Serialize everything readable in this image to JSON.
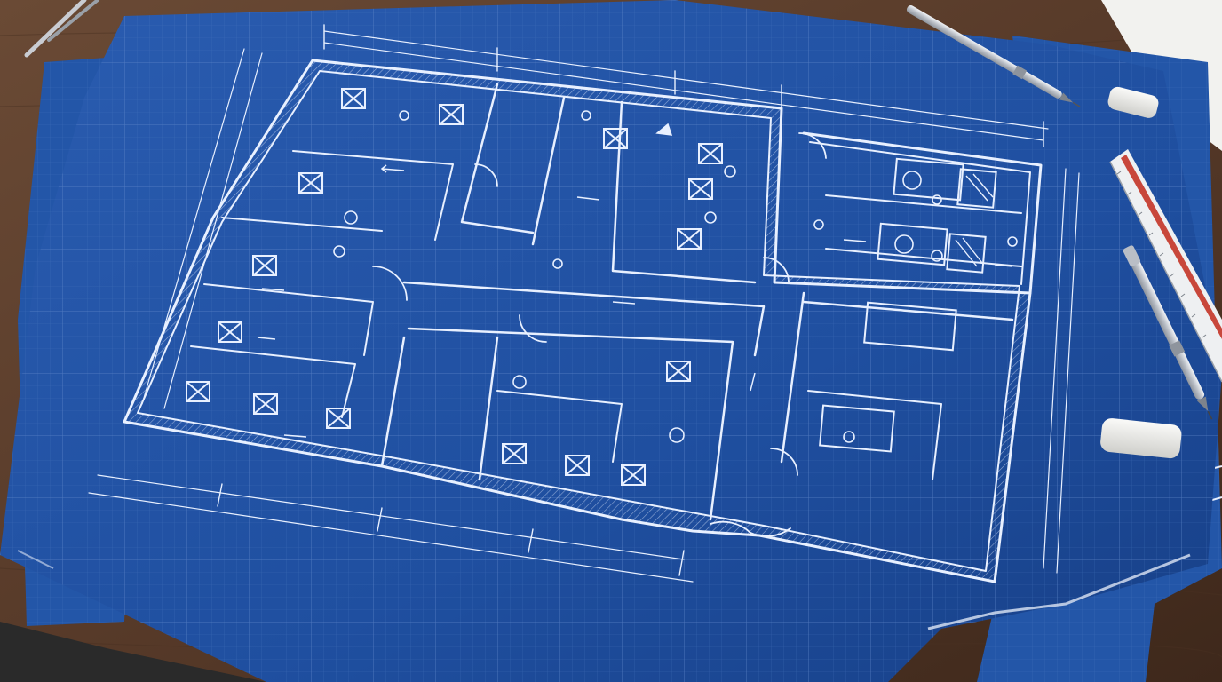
{
  "scene": {
    "subject": "blueprint",
    "colors": {
      "desk": "#5a3d2b",
      "desk_grain": "#4a3122",
      "blueprint": "#1f4fa0",
      "blueprint_dark": "#17407f",
      "blueprint_back": "#2356a8",
      "line": "#e8f0ff",
      "grid": "#4f79c0",
      "paper": "#f2f2ef",
      "eraser": "#e9e9e6",
      "pencil_body": "#c9ccd2",
      "scale_ruler": "#eef0f2",
      "scale_ruler_stripe": "#c8473b"
    },
    "objects": [
      {
        "name": "blueprint-sheet",
        "kind": "drawing"
      },
      {
        "name": "blueprint-sheet-back",
        "kind": "drawing"
      },
      {
        "name": "mechanical-pencil-top",
        "kind": "tool"
      },
      {
        "name": "mechanical-pencil-right",
        "kind": "tool"
      },
      {
        "name": "scale-ruler",
        "kind": "tool"
      },
      {
        "name": "eraser-top",
        "kind": "tool"
      },
      {
        "name": "eraser-bottom",
        "kind": "tool"
      },
      {
        "name": "drafting-compass",
        "kind": "tool"
      }
    ]
  }
}
